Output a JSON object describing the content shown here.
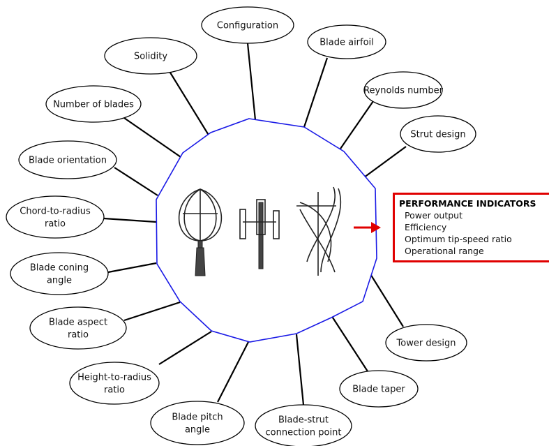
{
  "factors": [
    {
      "id": "configuration",
      "lines": [
        "Configuration"
      ]
    },
    {
      "id": "blade-airfoil",
      "lines": [
        "Blade airfoil"
      ]
    },
    {
      "id": "reynolds-number",
      "lines": [
        "Reynolds number"
      ]
    },
    {
      "id": "strut-design",
      "lines": [
        "Strut design"
      ]
    },
    {
      "id": "solidity",
      "lines": [
        "Solidity"
      ]
    },
    {
      "id": "number-of-blades",
      "lines": [
        "Number of blades"
      ]
    },
    {
      "id": "blade-orientation",
      "lines": [
        "Blade orientation"
      ]
    },
    {
      "id": "chord-to-radius-ratio",
      "lines": [
        "Chord-to-radius",
        "ratio"
      ]
    },
    {
      "id": "blade-coning-angle",
      "lines": [
        "Blade coning",
        "angle"
      ]
    },
    {
      "id": "blade-aspect-ratio",
      "lines": [
        "Blade aspect",
        "ratio"
      ]
    },
    {
      "id": "height-to-radius-ratio",
      "lines": [
        "Height-to-radius",
        "ratio"
      ]
    },
    {
      "id": "blade-pitch-angle",
      "lines": [
        "Blade pitch",
        "angle"
      ]
    },
    {
      "id": "blade-strut-connection-point",
      "lines": [
        "Blade-strut",
        "connection point"
      ]
    },
    {
      "id": "blade-taper",
      "lines": [
        "Blade taper"
      ]
    },
    {
      "id": "tower-design",
      "lines": [
        "Tower design"
      ]
    }
  ],
  "performance": {
    "title": "PERFORMANCE INDICATORS",
    "items": [
      "Power output",
      "Efficiency",
      "Optimum tip-speed ratio",
      "Operational range"
    ]
  },
  "colors": {
    "polygon_stroke": "#1a1ae6",
    "arrow": "#e00000",
    "box_border": "#e00000"
  }
}
